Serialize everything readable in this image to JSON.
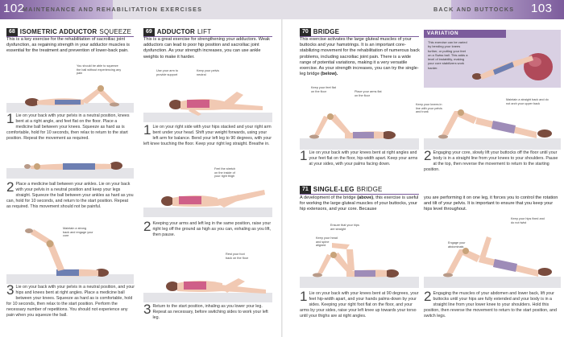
{
  "header": {
    "left_page_number": "102",
    "left_title": "MAINTENANCE AND REHABILITATION EXERCISES",
    "right_title": "BACK AND BUTTOCKS",
    "right_page_number": "103"
  },
  "ex68": {
    "num": "68",
    "title_bold": "ISOMETRIC ADDUCTOR",
    "title_light": "SQUEEZE",
    "intro": "This is a key exercise for the rehabilitation of sacroiliac joint dysfunction, as regaining strength in your adductor muscles is essential for the treatment and prevention of lower-back pain.",
    "ann1": "You should be able to squeeze the ball without experiencing any pain",
    "ann2": "Maintain a strong back and engage your core",
    "step1_num": "1",
    "step1": "Lie on your back with your pelvis in a neutral position, knees bent at a right angle, and feet flat on the floor. Place a medicine ball between your knees. Squeeze as hard as is comfortable, hold for 10 seconds, then relax to return to the start position. Repeat the movement as required.",
    "step2_num": "2",
    "step2": "Place a medicine ball between your ankles. Lie on your back with your pelvis in a neutral position and keep your legs straight. Squeeze the ball between your ankles as hard as you can, hold for 10 seconds, and return to the start position. Repeat as required. This movement should not be painful.",
    "step3_num": "3",
    "step3": "Lie on your back with your pelvis in a neutral position, and your hips and knees bent at right angles. Place a medicine ball between your knees. Squeeze as hard as is comfortable, hold for 10 seconds, then relax to the start position. Perform the necessary number of repetitions. You should not experience any pain when you squeeze the ball."
  },
  "ex69": {
    "num": "69",
    "title_bold": "ADDUCTOR",
    "title_light": "LIFT",
    "intro": "This is a great exercise for strengthening your adductors. Weak adductors can lead to poor hip position and sacroiliac joint dysfunction. As your strength increases, you can use ankle weights to make it harder.",
    "ann1": "Use your arm to provide support",
    "ann2": "Keep your pelvis neutral",
    "ann3": "Feel the stretch on the inside of your right thigh",
    "ann4": "Rest your foot back on the floor",
    "step1_num": "1",
    "step1": "Lie on your right side with your hips stacked and your right arm bent under your head. Shift your weight forwards, using your left arm for balance. Bend your left leg to 90 degrees, with your left knee touching the floor. Keep your right leg straight. Breathe in.",
    "step2_num": "2",
    "step2": "Keeping your arms and left leg in the same position, raise your right leg off the ground as high as you can, exhaling as you lift, then pause.",
    "step3_num": "3",
    "step3": "Return to the start position, inhaling as you lower your leg. Repeat as necessary, before switching sides to work your left leg."
  },
  "ex70": {
    "num": "70",
    "title_bold": "BRIDGE",
    "title_light": "",
    "intro_pre": "This exercise activates the large gluteal muscles of your buttocks and your hamstrings. It is an important core-stabilizing movement for the rehabilitation of numerous back problems, including sacroiliac joint pain. There is a wide range of potential variations, making it a very versatile exercise. As your strength increases, you can try the single-leg bridge ",
    "intro_ref": "(below).",
    "ann1": "Keep your feet flat on the floor",
    "ann2": "Place your arms flat on the floor",
    "ann3": "Keep your knees in line with your pelvis and trunk",
    "ann4": "Maintain a straight back and do not arch your upper back",
    "step1_num": "1",
    "step1": "Lie on your back with your knees bent at right angles and your feet flat on the floor, hip-width apart. Keep your arms at your sides, with your palms facing down.",
    "step2_num": "2",
    "step2": "Engaging your core, slowly lift your buttocks off the floor until your body is in a straight line from your knees to your shoulders. Pause at the top, then reverse the movement to return to the starting position."
  },
  "variation": {
    "title": "VARIATION",
    "text": "This exercise can be varied by bending your knees further, or putting your feet on a Swiss ball. This adds a level of instability, making your core stabilizers work harder."
  },
  "ex71": {
    "num": "71",
    "title_bold": "SINGLE-LEG",
    "title_light": "BRIDGE",
    "intro_pre": "A development of the bridge ",
    "intro_ref": "(above)",
    "intro_post": ", this exercise is useful for working the large gluteal muscles of your buttocks, your hip extensors, and your core. Because",
    "intro_cont": "you are performing it on one leg, it forces you to control the rotation and tilt of your pelvis. It is important to ensure that you keep your hips level throughout.",
    "ann1": "Ensure that your hips are straight",
    "ann2": "Keep your head and spine aligned",
    "ann3": "Keep your hips fixed and do not twist",
    "ann4": "Engage your abdominals",
    "step1_num": "1",
    "step1": "Lie on your back with your knees bent at 90 degrees, your feet hip-width apart, and your hands palms-down by your sides. Keeping your right foot flat on the floor, and your arms by your sides, raise your left knee up towards your torso until your thighs are at right angles.",
    "step2_num": "2",
    "step2": "Engaging the muscles of your abdomen and lower back, lift your buttocks until your hips are fully extended and your body is in a straight line from your lower knee to your shoulders. Hold this position, then reverse the movement to return to the start position, and switch legs."
  },
  "colors": {
    "accent": "#7c5c9c",
    "header_bg": "#e2dfe6",
    "variation_bg": "#d9d0e3"
  }
}
